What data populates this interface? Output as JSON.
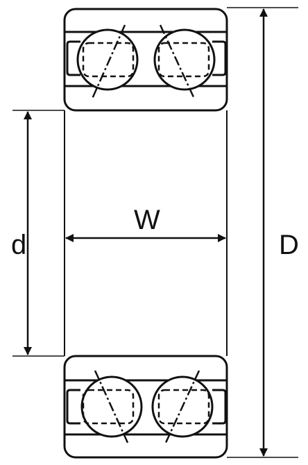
{
  "diagram": {
    "labels": {
      "bore": "d",
      "width": "W",
      "outer_diameter": "D"
    }
  }
}
